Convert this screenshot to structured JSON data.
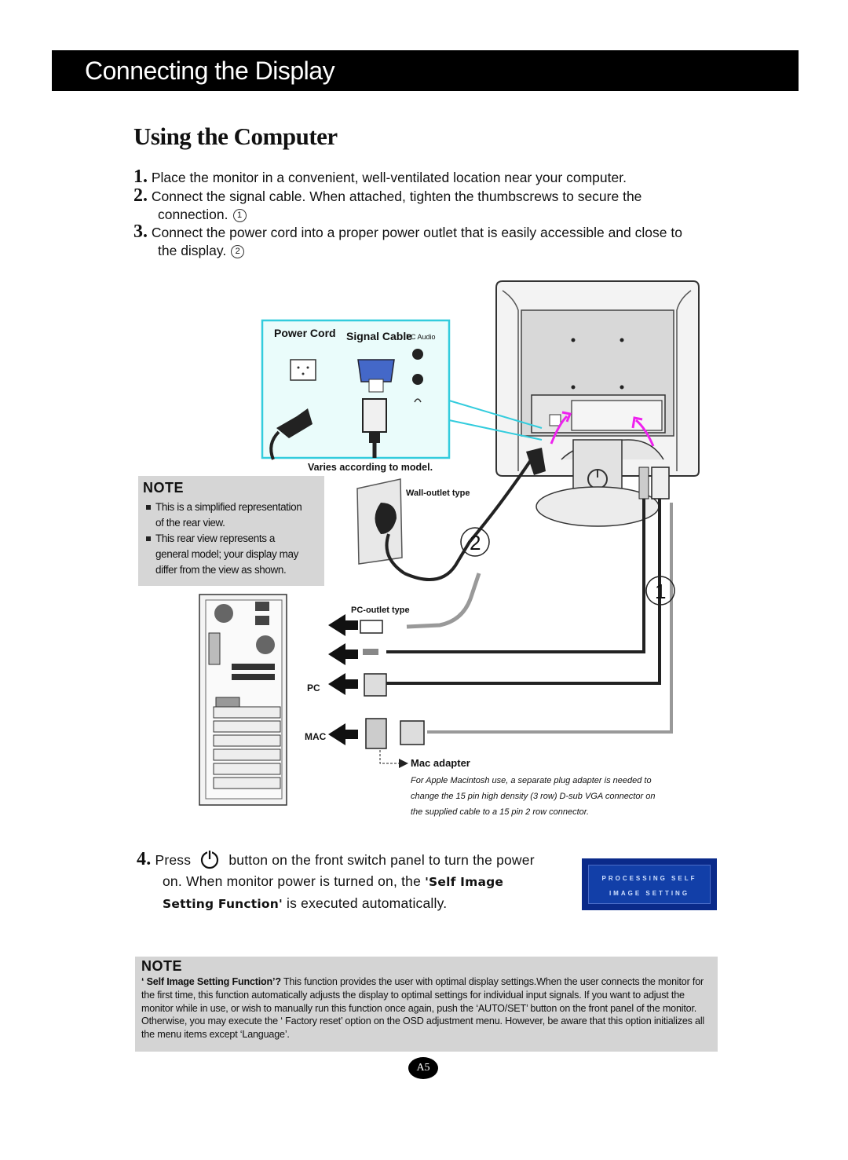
{
  "header": {
    "title": "Connecting the Display"
  },
  "section_title": "Using the Computer",
  "steps": [
    {
      "num": "1.",
      "text": "Place the monitor in a convenient, well-ventilated location near your computer."
    },
    {
      "num": "2.",
      "text": "Connect the signal cable. When attached, tighten the thumbscrews to secure the",
      "text2": "connection.",
      "marker": "1"
    },
    {
      "num": "3.",
      "text": "Connect the power cord into a proper power outlet that is easily accessible and close to",
      "text2": "the display.",
      "marker": "2"
    }
  ],
  "diagram": {
    "labels": {
      "power_cord": "Power Cord",
      "signal_cable": "Signal Cable",
      "pc_audio": "PC Audio",
      "varies": "Varies according to model.",
      "wall_outlet": "Wall-outlet type",
      "pc_outlet": "PC-outlet type",
      "pc": "PC",
      "mac": "MAC",
      "mac_adapter": "Mac adapter",
      "callout_1": "1",
      "callout_2": "2"
    },
    "mac_adapter_note": [
      "For Apple Macintosh use, a  separate plug adapter is needed to",
      "change the 15 pin high density (3 row) D-sub VGA connector on",
      "the supplied cable to a 15 pin  2 row connector."
    ]
  },
  "note1": {
    "title": "NOTE",
    "items": [
      [
        "This is a simplified representation",
        "of the rear view."
      ],
      [
        "This rear view represents a",
        "general model; your display may",
        "differ from the view as shown."
      ]
    ]
  },
  "step4": {
    "num": "4.",
    "press": "Press",
    "line1": "button on the front switch panel to turn the power",
    "line2a": "on. When monitor power is turned on, the ",
    "line2b": "'Self Image",
    "line3a": "Setting Function'",
    "line3b": " is executed automatically.",
    "icon": "power-icon"
  },
  "osd": {
    "line1": "PROCESSING SELF",
    "line2": "IMAGE SETTING"
  },
  "note2": {
    "title": "NOTE",
    "lead": "‘ Self Image Setting Function’?",
    "body": " This function provides the user with optimal display settings.When the user connects the monitor for the first time, this function automatically adjusts the display to optimal settings for individual input signals. If you want to adjust the monitor while in use, or wish to manually run this function once again, push the ‘AUTO/SET’ button on the front panel of the monitor. Otherwise, you may execute the ‘ Factory reset’ option on the OSD adjustment menu. However, be aware that this option initializes all the menu items except ‘Language’."
  },
  "page_number": "A5",
  "colors": {
    "header_bg": "#000000",
    "callout_frame": "#33ccdd",
    "cable_bright": "#ee22ee",
    "osd_bg": "#123fa8",
    "note_bg": "#d4d4d4"
  }
}
